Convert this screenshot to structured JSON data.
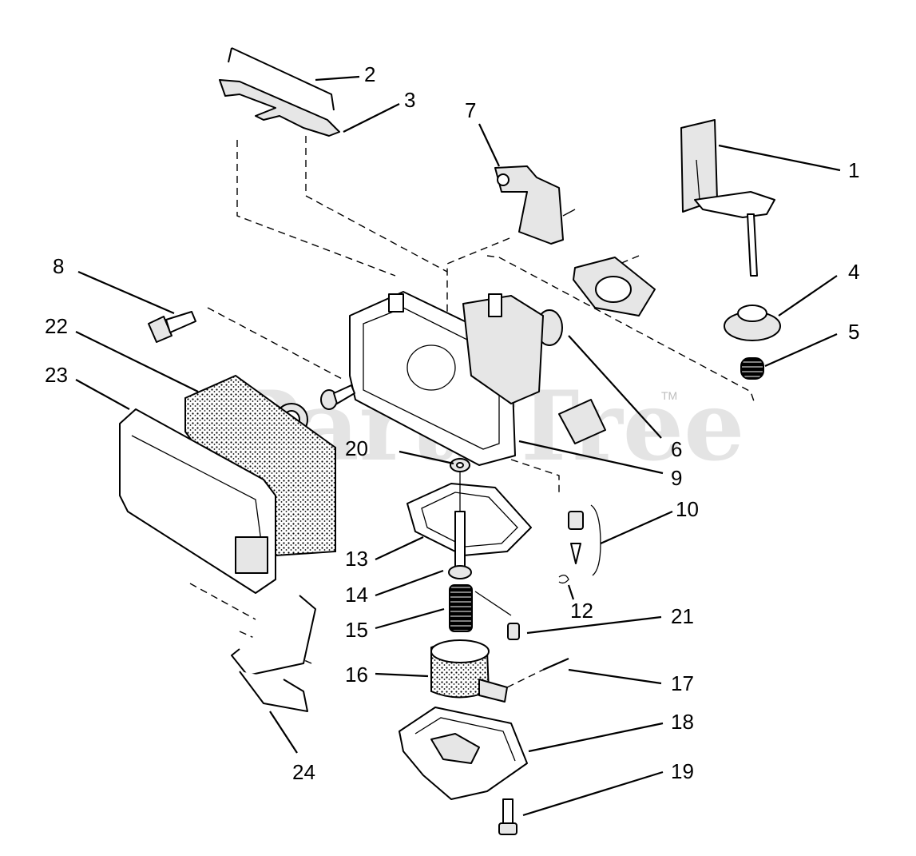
{
  "watermark": {
    "text": "PartsTree",
    "trademark": "TM"
  },
  "callouts": [
    "1",
    "2",
    "3",
    "4",
    "5",
    "6",
    "7",
    "8",
    "9",
    "10",
    "12",
    "13",
    "14",
    "15",
    "16",
    "17",
    "18",
    "19",
    "20",
    "21",
    "22",
    "23",
    "24"
  ]
}
